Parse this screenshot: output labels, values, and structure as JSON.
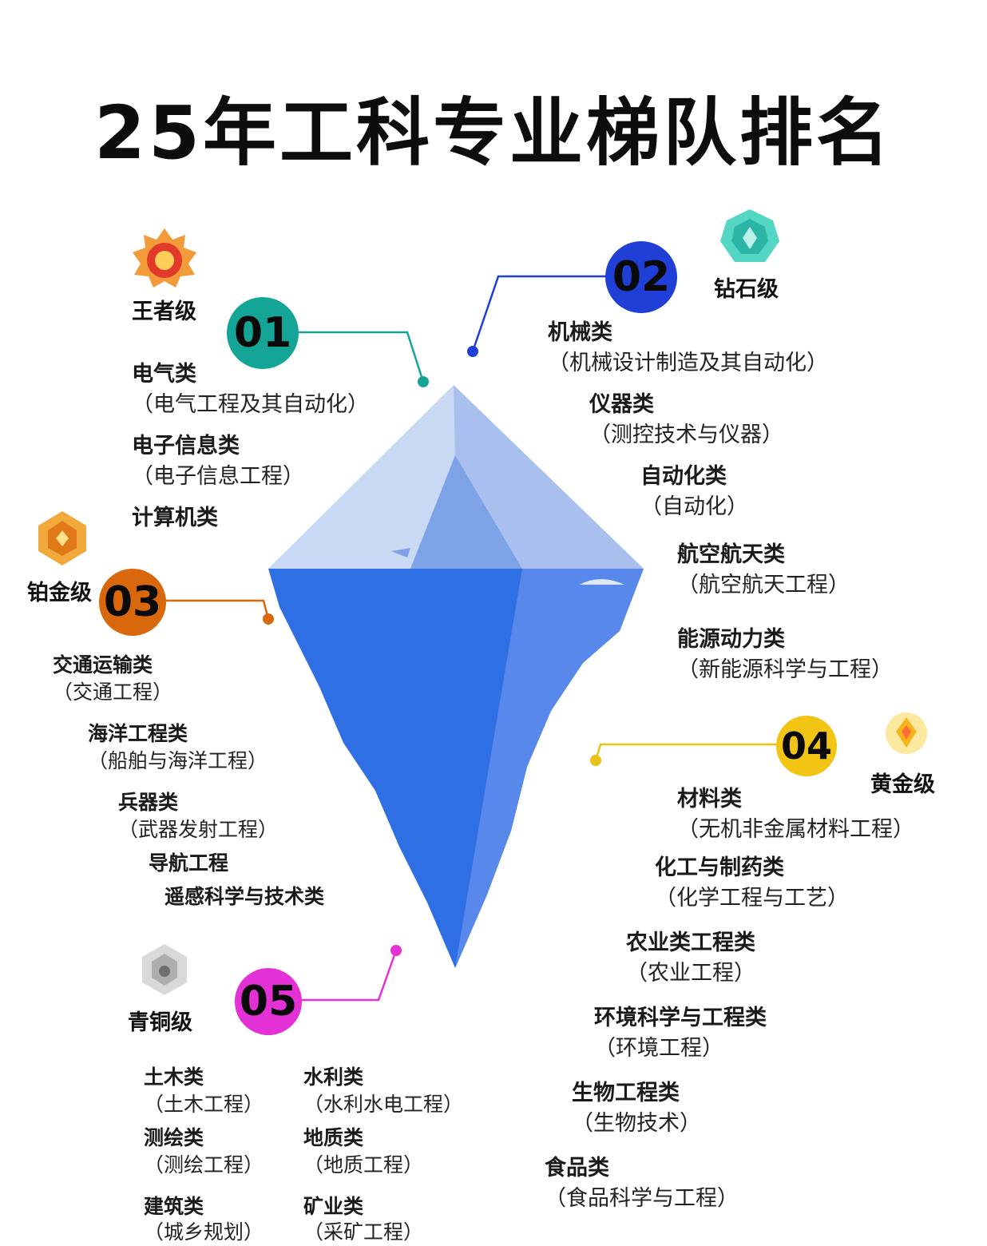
{
  "title": "25年工科专业梯队排名",
  "colors": {
    "teal": "#15a596",
    "blue": "#1f3fd6",
    "orange": "#d8680b",
    "yellow": "#f2c414",
    "magenta": "#e331d6",
    "ice_top": "#c9d8f3",
    "ice_water": "#2f6fe4"
  },
  "tiers": [
    {
      "num": "01",
      "name": "王者级",
      "icon": "crown-medal-icon",
      "items": [
        {
          "cat": "电气类",
          "sub": "（电气工程及其自动化）"
        },
        {
          "cat": "电子信息类",
          "sub": "（电子信息工程）"
        },
        {
          "cat": "计算机类",
          "sub": ""
        }
      ]
    },
    {
      "num": "02",
      "name": "钻石级",
      "icon": "diamond-medal-icon",
      "items": [
        {
          "cat": "机械类",
          "sub": "（机械设计制造及其自动化）"
        },
        {
          "cat": "仪器类",
          "sub": "（测控技术与仪器）"
        },
        {
          "cat": "自动化类",
          "sub": "（自动化）"
        },
        {
          "cat": "航空航天类",
          "sub": "（航空航天工程）"
        },
        {
          "cat": "能源动力类",
          "sub": "（新能源科学与工程）"
        }
      ]
    },
    {
      "num": "03",
      "name": "铂金级",
      "icon": "platinum-medal-icon",
      "items": [
        {
          "cat": "交通运输类",
          "sub": "（交通工程）"
        },
        {
          "cat": "海洋工程类",
          "sub": "（船舶与海洋工程）"
        },
        {
          "cat": "兵器类",
          "sub": "（武器发射工程）"
        },
        {
          "cat": "导航工程",
          "sub": ""
        },
        {
          "cat": "遥感科学与技术类",
          "sub": ""
        }
      ]
    },
    {
      "num": "04",
      "name": "黄金级",
      "icon": "gold-medal-icon",
      "items": [
        {
          "cat": "材料类",
          "sub": "（无机非金属材料工程）"
        },
        {
          "cat": "化工与制药类",
          "sub": "（化学工程与工艺）"
        },
        {
          "cat": "农业类工程类",
          "sub": "（农业工程）"
        },
        {
          "cat": "环境科学与工程类",
          "sub": "（环境工程）"
        },
        {
          "cat": "生物工程类",
          "sub": "（生物技术）"
        },
        {
          "cat": "食品类",
          "sub": "（食品科学与工程）"
        }
      ]
    },
    {
      "num": "05",
      "name": "青铜级",
      "icon": "bronze-medal-icon",
      "items": [
        {
          "cat": "土木类",
          "sub": "（土木工程）"
        },
        {
          "cat": "水利类",
          "sub": "（水利水电工程）"
        },
        {
          "cat": "测绘类",
          "sub": "（测绘工程）"
        },
        {
          "cat": "地质类",
          "sub": "（地质工程）"
        },
        {
          "cat": "建筑类",
          "sub": "（城乡规划）"
        },
        {
          "cat": "矿业类",
          "sub": "（采矿工程）"
        }
      ]
    }
  ]
}
